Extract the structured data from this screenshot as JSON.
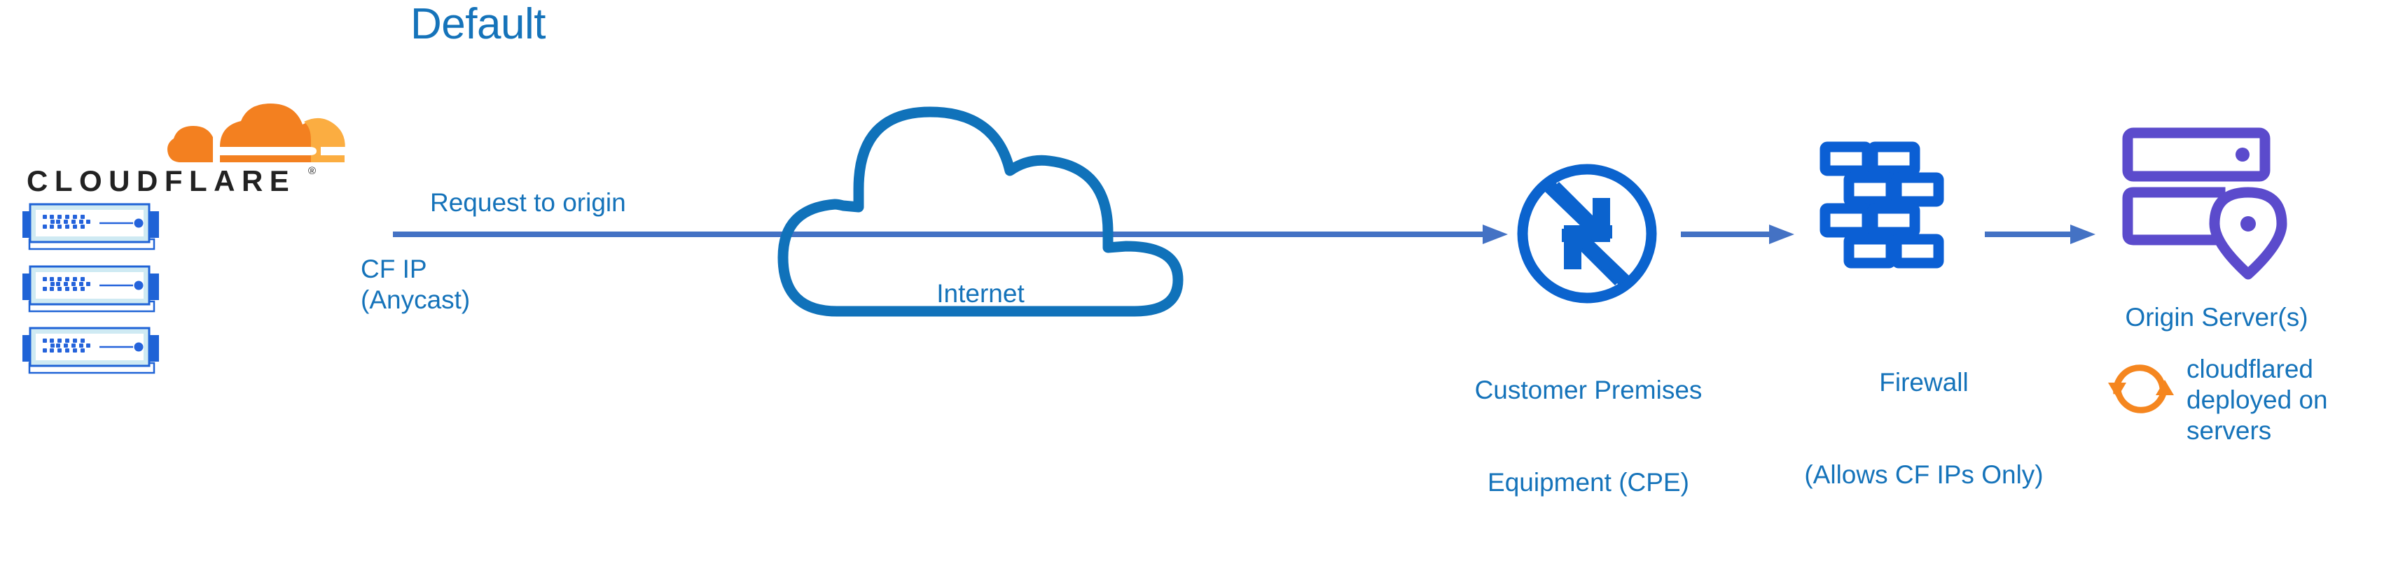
{
  "title": "Default",
  "colors": {
    "title_blue": "#1573BA",
    "label_blue": "#1573BA",
    "arrow_blue": "#4472C4",
    "icon_blue": "#0B63CE",
    "cloud_blue": "#1072BA",
    "server_blue": "#1F63D6",
    "server_fill": "#CFEAF3",
    "origin_purple": "#5B4BCC",
    "cloudflare_orange": "#F38020",
    "cloudflare_orange_light": "#FBAD41",
    "wordmark_black": "#222222"
  },
  "brand": {
    "logo_icon": "cloudflare-cloud-icon",
    "wordmark": "CLOUDFLARE",
    "registered_mark": "®"
  },
  "edge_servers": {
    "icon": "rack-server-icon",
    "count": 3
  },
  "flow": {
    "request_label": "Request to origin",
    "cf_ip_label_line1": "CF IP",
    "cf_ip_label_line2": "(Anycast)",
    "arrow_icon": "right-arrow-icon"
  },
  "nodes": {
    "internet": {
      "icon": "cloud-icon",
      "label": "Internet"
    },
    "cpe": {
      "icon": "router-icon",
      "label_line1": "Customer Premises",
      "label_line2": "Equipment (CPE)"
    },
    "firewall": {
      "icon": "brick-wall-icon",
      "label_line1": "Firewall",
      "label_line2": "(Allows CF IPs Only)"
    },
    "origin": {
      "icon": "server-location-pin-icon",
      "label": "Origin Server(s)"
    }
  },
  "annotation": {
    "icon": "sync-arrows-icon",
    "line1": "cloudflared",
    "line2": "deployed on",
    "line3": "servers"
  }
}
